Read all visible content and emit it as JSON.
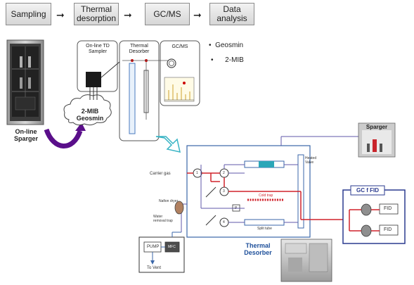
{
  "flow": {
    "step1": "Sampling",
    "step2": "Thermal desorption",
    "step3": "GC/MS",
    "step4": "Data analysis",
    "arrow": "➞"
  },
  "left": {
    "caption": "On-line Sparger",
    "cloud": "2-MIB Geosmin"
  },
  "top_schematic": {
    "sampler": "On-line TD Sampler",
    "desorber": "Thermal Desorber",
    "gcms": "GC/MS"
  },
  "legend": {
    "item1": "Geosmin",
    "item2": "2-MIB"
  },
  "detail": {
    "carrier_gas": "Carrier gas",
    "nafion_dryer": "Nafion dryer",
    "water_removal": "Water removal trap",
    "cold_trap": "Cold trap",
    "split_tube": "Split tube",
    "heated_valve": "Heated Valve",
    "pump": "PUMP",
    "mfc": "MFC",
    "to_vent": "To Vent",
    "title": "Thermal Desorber",
    "p_label": "P",
    "valve1": "1",
    "valve2": "2",
    "valve3": "3",
    "valve4": "4"
  },
  "sparger_photo": "Sparger",
  "gc": {
    "title": "GC f FID",
    "fid1": "FID",
    "fid2": "FID"
  }
}
